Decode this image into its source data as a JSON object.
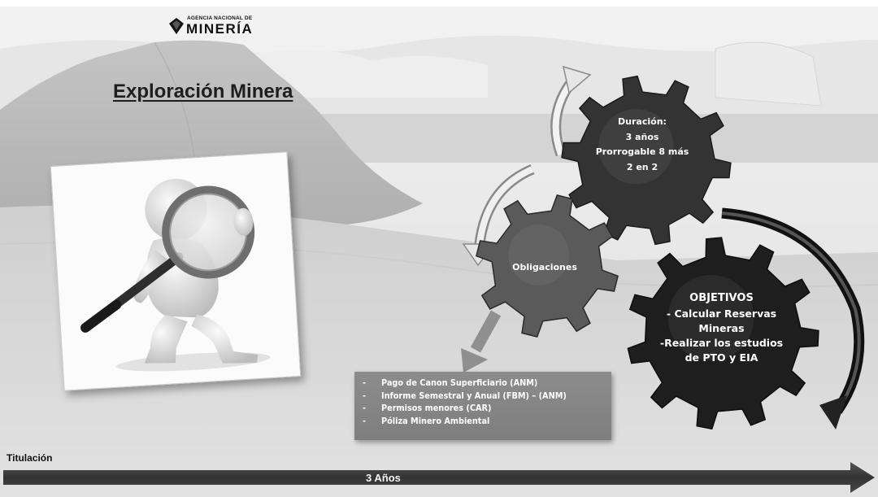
{
  "logo": {
    "small_text": "AGENCIA NACIONAL DE",
    "main_text": "MINERÍA"
  },
  "title": "Exploración Minera",
  "gears": {
    "duration": {
      "lines": [
        "Duración:",
        "3 años",
        "Prorrogable 8 más",
        "2 en 2"
      ]
    },
    "obligations": {
      "label": "Obligaciones"
    },
    "objectives": {
      "heading": "OBJETIVOS",
      "lines": [
        "- Calcular Reservas",
        "Mineras",
        "-Realizar los estudios",
        "de PTO y EIA"
      ]
    }
  },
  "obligations_list": [
    "Pago de Canon Superficiario (ANM)",
    "Informe Semestral y Anual (FBM) – (ANM)",
    "Permisos menores (CAR)",
    "Póliza Minero Ambiental"
  ],
  "obligations_bullet": "-",
  "timeline": {
    "label": "Titulación",
    "duration": "3 Años"
  },
  "colors": {
    "gear": "#333333",
    "gear_light": "#5a5a5a",
    "box": "#858585",
    "timeline": "#3d3d3d",
    "text_on_dark": "#ffffff"
  },
  "icons": {
    "figure": "magnifying-glass-figure-icon",
    "logo_mark": "diamond-logo-icon"
  }
}
